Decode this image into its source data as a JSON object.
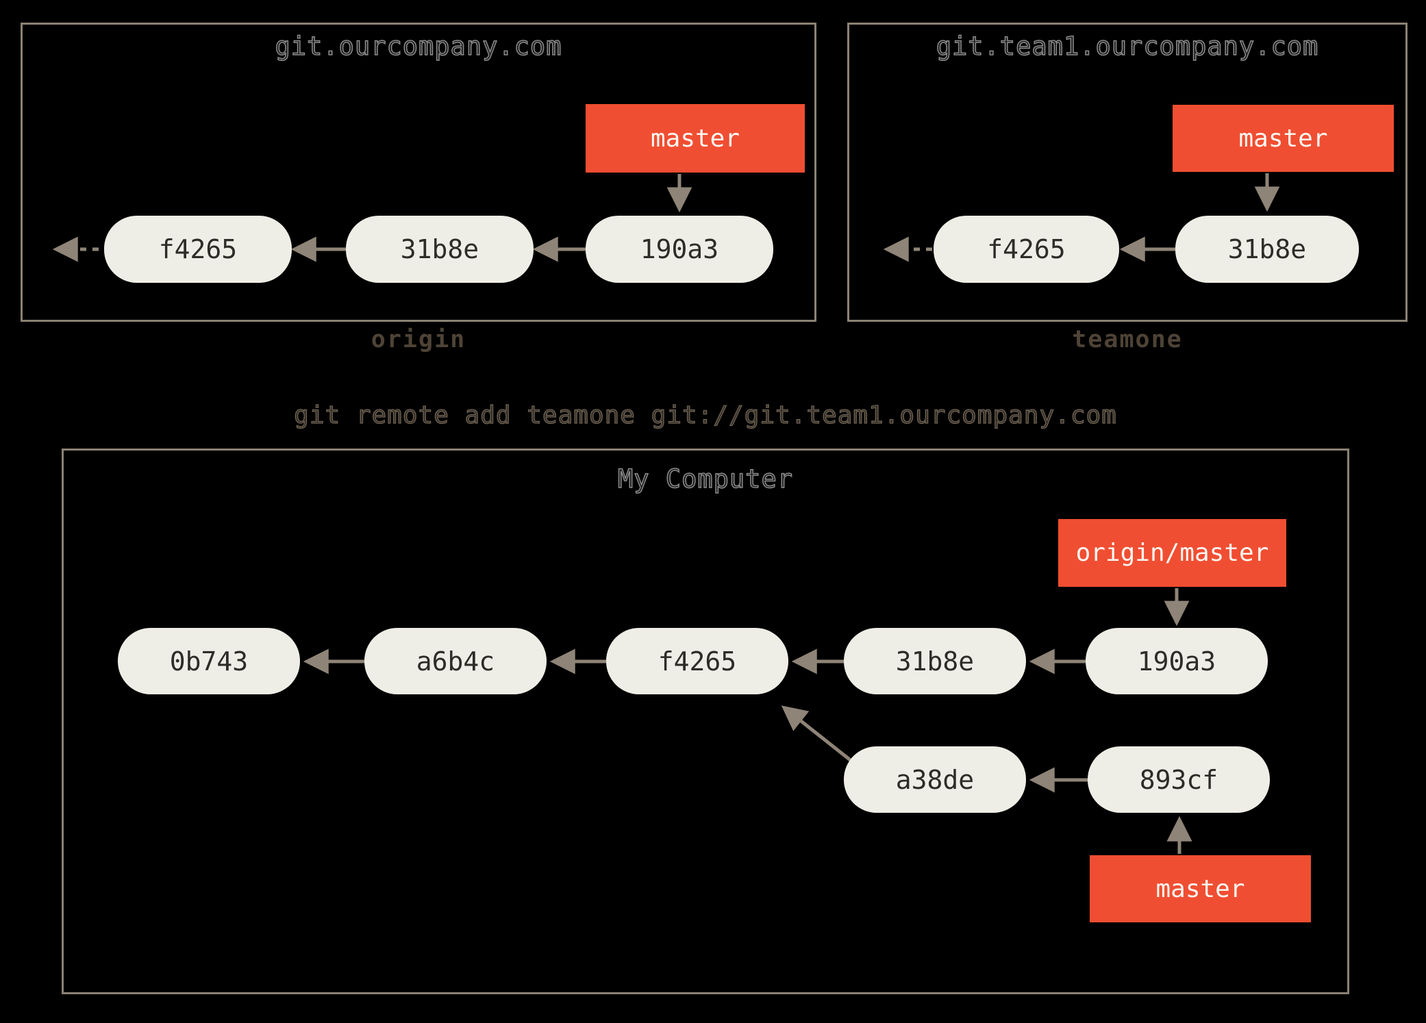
{
  "colors": {
    "background": "#000000",
    "box_border": "#8B8274",
    "commit_fill": "#EFEEE6",
    "commit_text": "#2E2C27",
    "branch_label_fill": "#F04E32",
    "branch_label_text": "#FAF8F2",
    "arrow": "#8E8477",
    "caption_text": "#4E4336"
  },
  "remotes": [
    {
      "host": "git.ourcompany.com",
      "caption": "origin",
      "branch_label": "master",
      "commits": [
        "f4265",
        "31b8e",
        "190a3"
      ]
    },
    {
      "host": "git.team1.ourcompany.com",
      "caption": "teamone",
      "branch_label": "master",
      "commits": [
        "f4265",
        "31b8e"
      ]
    }
  ],
  "command_caption": "git remote add teamone git://git.team1.ourcompany.com",
  "local": {
    "title": "My Computer",
    "remote_branch_label": "origin/master",
    "branch_label": "master",
    "main_commits": [
      "0b743",
      "a6b4c",
      "f4265",
      "31b8e",
      "190a3"
    ],
    "branch_commits": [
      "a38de",
      "893cf"
    ]
  }
}
